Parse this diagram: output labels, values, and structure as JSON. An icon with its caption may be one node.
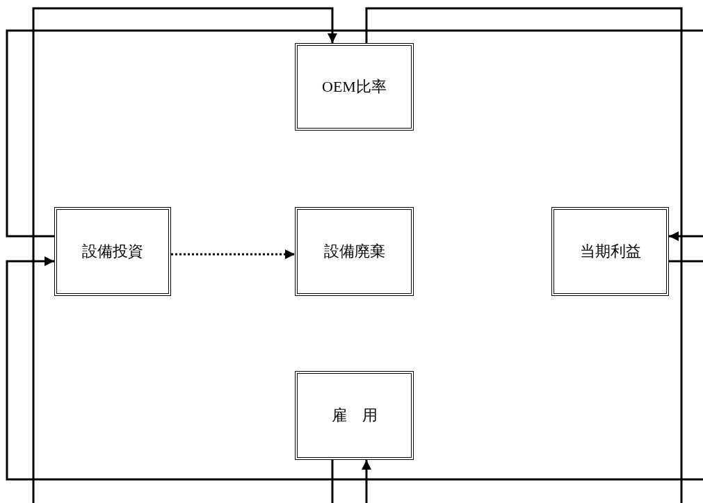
{
  "diagram": {
    "nodes": [
      {
        "text": [
          "OEM比率"
        ]
      },
      {
        "text": [
          "設備投資"
        ]
      },
      {
        "text": [
          "設備廃棄"
        ]
      },
      {
        "text": [
          "当期利益"
        ]
      },
      {
        "text": [
          "雇　用"
        ]
      }
    ],
    "edges": [
      {
        "from": null,
        "to": 0,
        "arrow": "to"
      },
      {
        "from": 0,
        "to": null,
        "arrow": "none"
      },
      {
        "from": 1,
        "to": null,
        "arrow": "none"
      },
      {
        "from": null,
        "to": 1,
        "arrow": "to"
      },
      {
        "from": 1,
        "to": 2,
        "arrow": "to",
        "style": "dashed"
      },
      {
        "from": null,
        "to": 3,
        "arrow": "to"
      },
      {
        "from": 3,
        "to": null,
        "arrow": "none"
      },
      {
        "from": 4,
        "to": null,
        "arrow": "none"
      },
      {
        "from": null,
        "to": 4,
        "arrow": "to"
      }
    ]
  }
}
